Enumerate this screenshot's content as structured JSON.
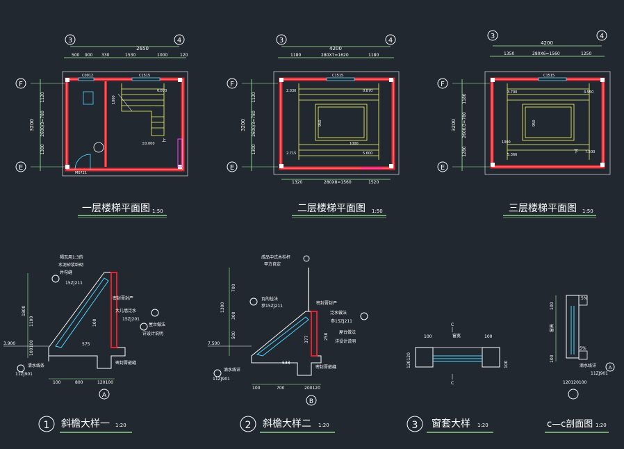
{
  "colors": {
    "background": "#212830",
    "line": "#ffffff",
    "wall": "#e8222a",
    "stair": "#ffff66",
    "dim": "#a8f2a0",
    "window": "#4fd6ff",
    "accent": "#ff44ff",
    "label": "#ffffff"
  },
  "plans": [
    {
      "title": "一层楼梯平面图",
      "scale": "1:50",
      "axis_left": "3",
      "axis_right": "4",
      "axis_top": "F",
      "axis_bottom": "E",
      "top_total": "2650",
      "top_dims": [
        "500",
        "900",
        "330",
        "1530",
        "1000",
        "120"
      ],
      "left_total": "3200",
      "left_dims": [
        "1120",
        "2600/3=780",
        "1300"
      ],
      "bottom_dims": [],
      "notes": [
        "C0912",
        "C1515",
        "M0721",
        "0.870",
        "±0.000",
        "1000",
        "上"
      ]
    },
    {
      "title": "二层楼梯平面图",
      "scale": "1:50",
      "axis_left": "3",
      "axis_right": "4",
      "axis_top": "F",
      "axis_bottom": "E",
      "top_total": "4200",
      "top_dims": [
        "1180",
        "280X7=1620",
        "1180"
      ],
      "left_total": "3200",
      "left_dims": [
        "1120",
        "2600/3=780",
        "1300"
      ],
      "bottom_dims": [
        "1320",
        "280X8=1560",
        "1520"
      ],
      "notes": [
        "C1515",
        "2.030",
        "2.715",
        "5.600",
        "0.870",
        "1000",
        "950"
      ]
    },
    {
      "title": "三层楼梯平面图",
      "scale": "1:50",
      "axis_left": "3",
      "axis_right": "4",
      "axis_top": "F",
      "axis_bottom": "E",
      "top_total": "4200",
      "top_dims": [
        "1350",
        "280X6=1560",
        "1250"
      ],
      "left_total": "3200",
      "left_dims": [
        "1180",
        "2600/3=780",
        "1280"
      ],
      "bottom_dims": [],
      "notes": [
        "C1515",
        "3.700",
        "4.550",
        "5.366",
        "7.500",
        "1000",
        "950",
        "下"
      ]
    }
  ],
  "details": [
    {
      "number": "1",
      "title": "斜檐大样一",
      "scale": "1:20",
      "axis": "A",
      "notes": [
        "褐瓦用1:3的",
        "水泥砂浆卧砌",
        "并勾缝",
        "15ZJ211",
        "密封膏封严",
        "大儿墙泛水",
        "15ZJ201",
        "屋台做法",
        "详设计说明",
        "密封膏嵌缝",
        "清水线条",
        "11ZJ901"
      ],
      "dims_h": [
        "100",
        "800",
        "120100",
        "575"
      ],
      "dims_v": [
        "1800",
        "100",
        "1100",
        "100100",
        "100"
      ],
      "elev": "3.900"
    },
    {
      "number": "2",
      "title": "斜檐大样二",
      "scale": "1:20",
      "axis": "B",
      "notes": [
        "成品中式木栏杆",
        "甲方自定",
        "瓦的挂法",
        "参15ZJ211",
        "密封膏封严",
        "泛水做法",
        "参15ZJ211",
        "屋台做法",
        "详设计说明",
        "滴水线详",
        "11ZJ901",
        "密封膏嵌缝"
      ],
      "dims_h": [
        "100",
        "700",
        "200120",
        "533"
      ],
      "dims_v": [
        "1300",
        "700",
        "300",
        "500",
        "377",
        "250"
      ],
      "elev": "7.500"
    },
    {
      "number": "3",
      "title": "窗套大样",
      "scale": "1:20",
      "notes": [
        "C",
        "窗宽",
        "C"
      ],
      "dims_h": [
        "100",
        "100"
      ],
      "dims_v": [
        "120120",
        "100"
      ]
    },
    {
      "number": "",
      "title": "c—c剖面图",
      "scale": "1:20",
      "axis": "A",
      "notes": [
        "窗高",
        "5%",
        "5%",
        "滴水线详",
        "11ZJ901"
      ],
      "dims_h": [
        "120120100"
      ],
      "dims_v": [
        "100",
        "100"
      ]
    }
  ]
}
